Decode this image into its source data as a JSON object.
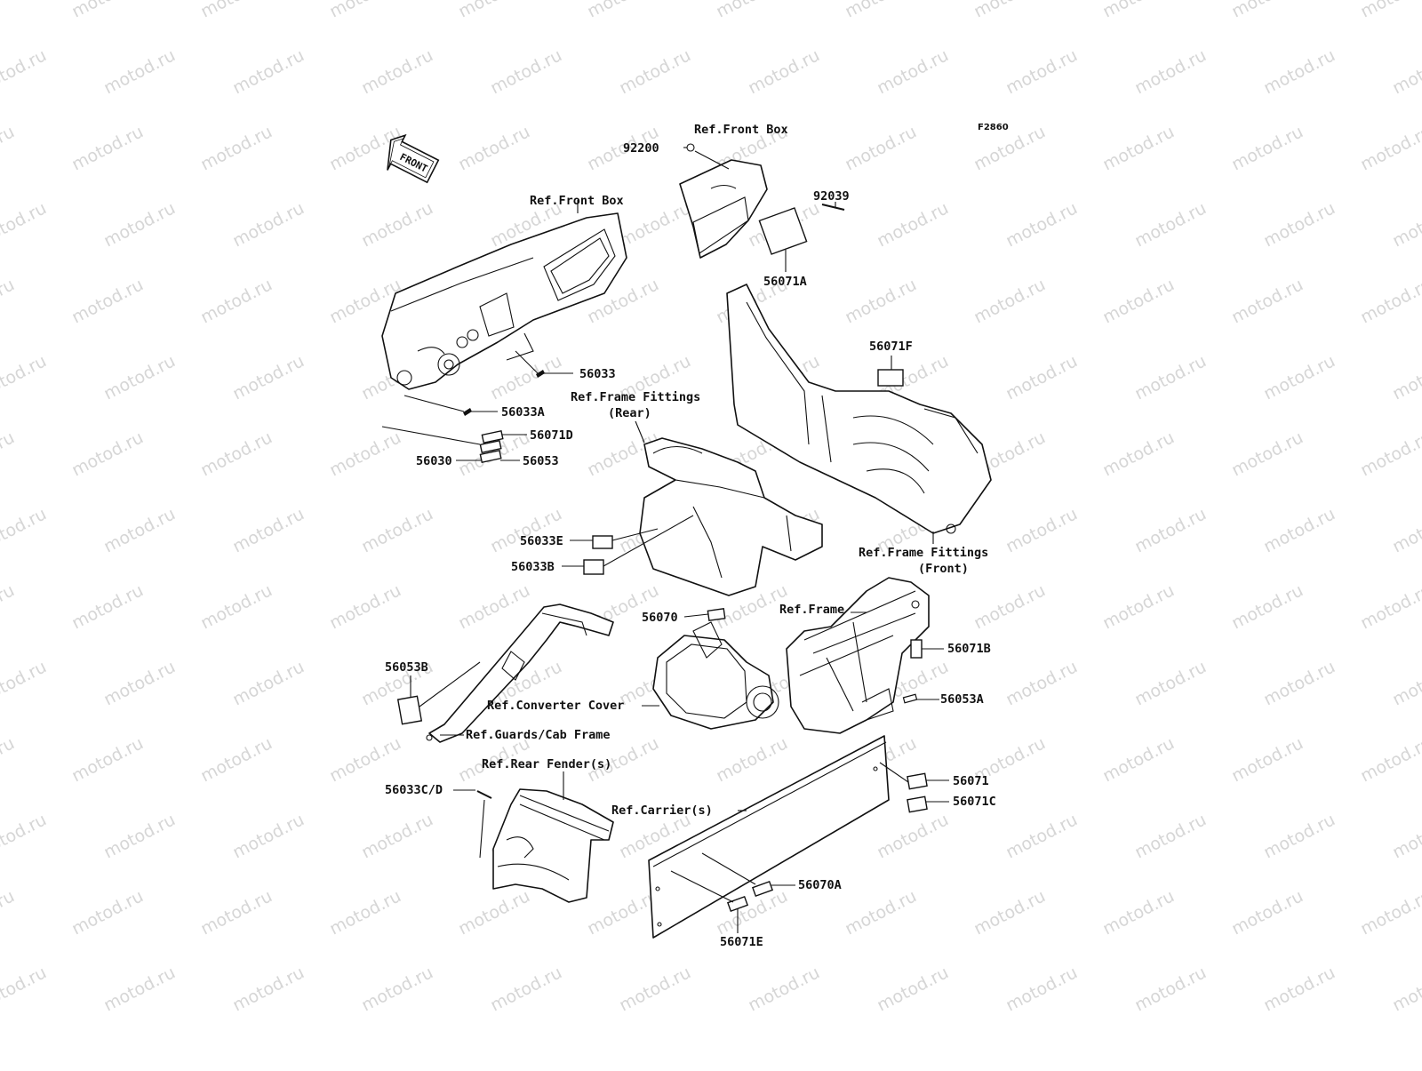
{
  "diagram_code": "F2860",
  "watermark": "motod.ru",
  "front_arrow": "FRONT",
  "labels": {
    "ref_front_box_top": "Ref.Front Box",
    "ref_front_box_left": "Ref.Front Box",
    "p92200": "92200",
    "p92039": "92039",
    "p56071A": "56071A",
    "p56071F": "56071F",
    "p56033": "56033",
    "p56033A": "56033A",
    "ref_frame_fittings_rear_1": "Ref.Frame Fittings",
    "ref_frame_fittings_rear_2": "(Rear)",
    "p56071D": "56071D",
    "p56030": "56030",
    "p56053": "56053",
    "p56033E": "56033E",
    "p56033B": "56033B",
    "ref_frame_fittings_front_1": "Ref.Frame Fittings",
    "ref_frame_fittings_front_2": "(Front)",
    "ref_frame": "Ref.Frame",
    "p56070": "56070",
    "p56071B": "56071B",
    "p56053B": "56053B",
    "ref_converter_cover": "Ref.Converter Cover",
    "p56053A": "56053A",
    "ref_guards_cab_frame": "Ref.Guards/Cab Frame",
    "ref_rear_fenders": "Ref.Rear Fender(s)",
    "p56033CD": "56033C/D",
    "ref_carriers": "Ref.Carrier(s)",
    "p56071": "56071",
    "p56071C": "56071C",
    "p56070A": "56070A",
    "p56071E": "56071E"
  }
}
